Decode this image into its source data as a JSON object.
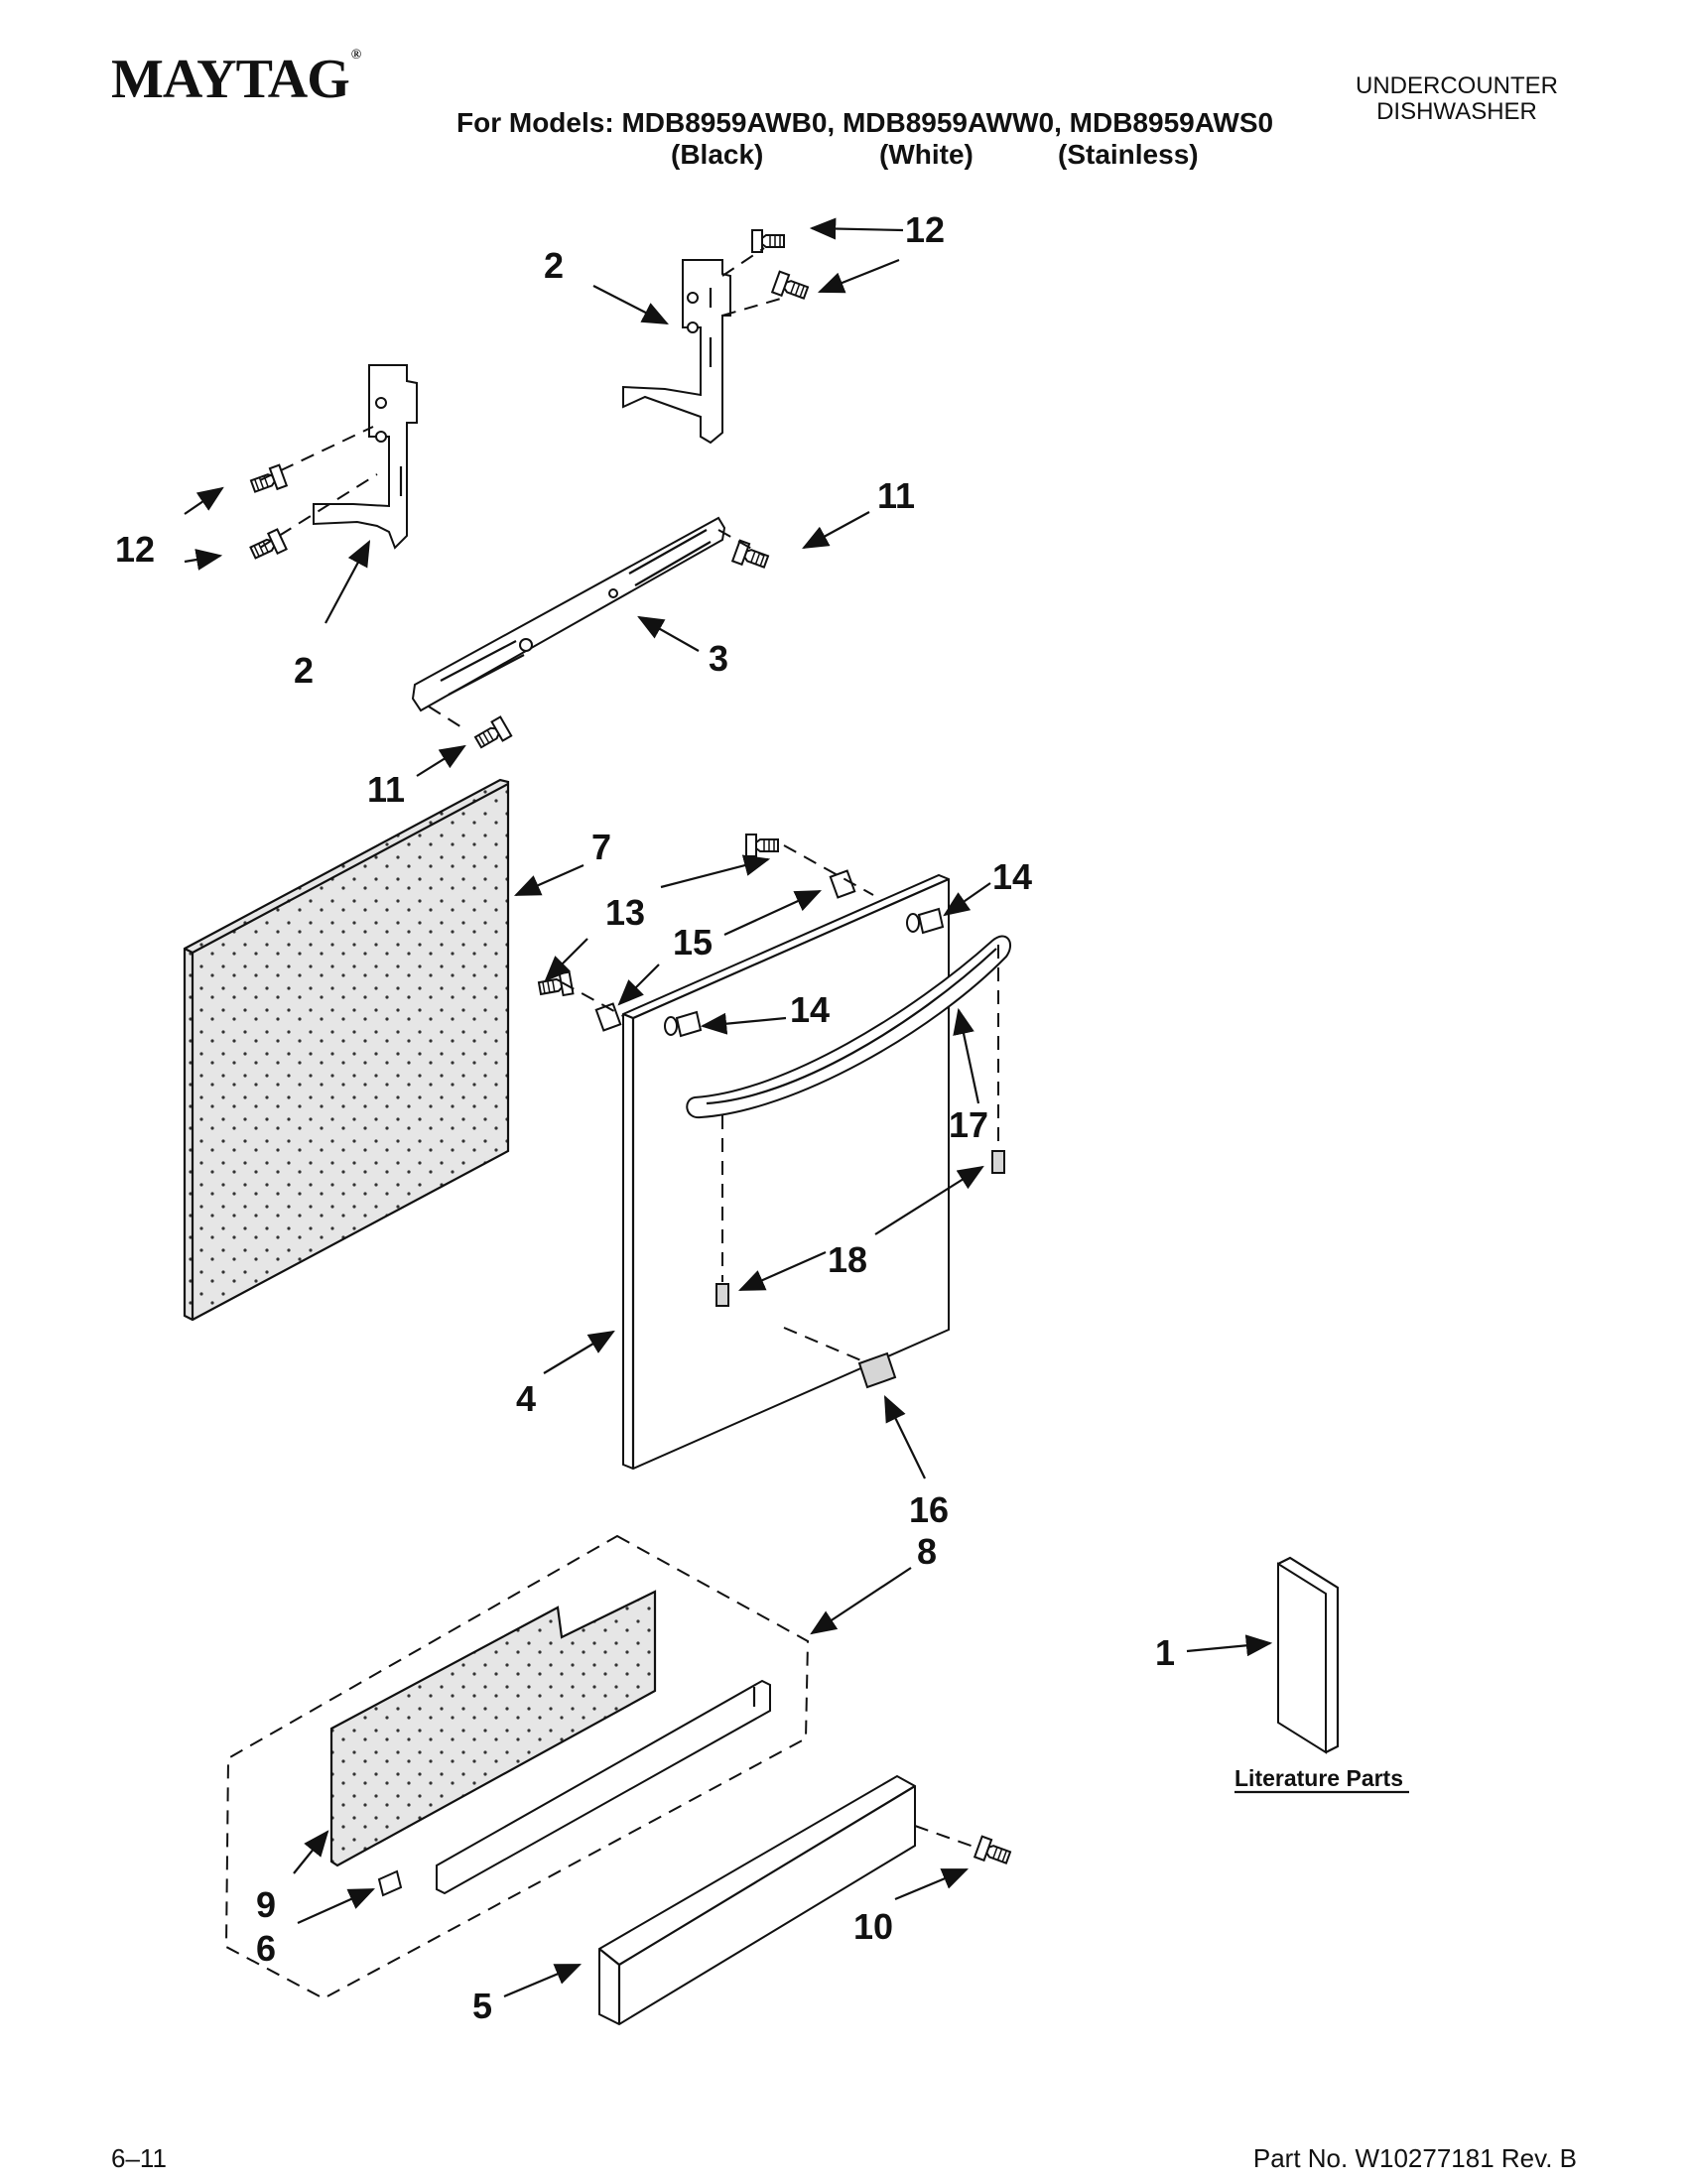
{
  "header": {
    "brand": "MAYTAG",
    "brand_mark": "®",
    "doc_type_line1": "UNDERCOUNTER",
    "doc_type_line2": "DISHWASHER",
    "models": "For Models: MDB8959AWB0, MDB8959AWW0, MDB8959AWS0",
    "colors": [
      "(Black)",
      "(White)",
      "(Stainless)"
    ]
  },
  "callouts": {
    "c1": "1",
    "c2a": "2",
    "c2b": "2",
    "c3": "3",
    "c4": "4",
    "c5": "5",
    "c6": "6",
    "c7": "7",
    "c8": "8",
    "c9": "9",
    "c10": "10",
    "c11a": "11",
    "c11b": "11",
    "c12a": "12",
    "c12b": "12",
    "c13": "13",
    "c14a": "14",
    "c14b": "14",
    "c15": "15",
    "c16": "16",
    "c17": "17",
    "c18": "18"
  },
  "literature_label": "Literature Parts",
  "footer": {
    "date": "6–11",
    "part_no": "Part No. W10277181 Rev. B"
  },
  "colors": {
    "ink": "#111111",
    "panel_fill": "#d6d6d6",
    "background": "#ffffff"
  }
}
